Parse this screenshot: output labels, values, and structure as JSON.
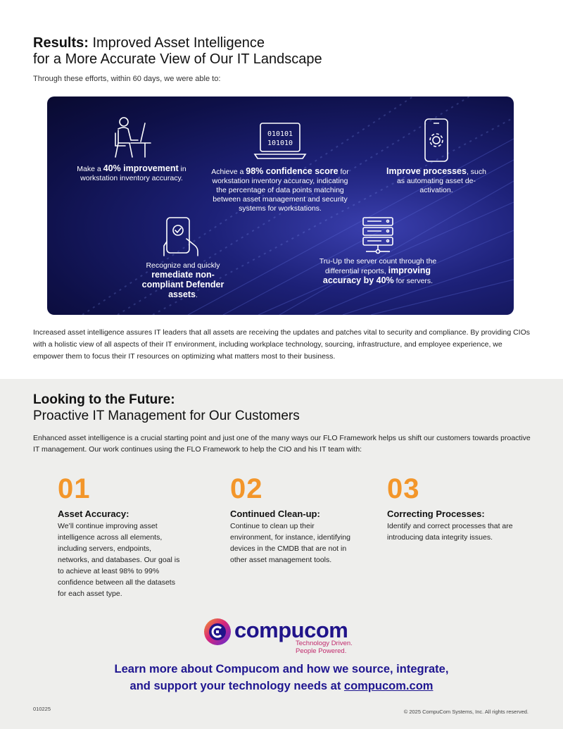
{
  "results": {
    "heading_bold": "Results:",
    "heading_rest": "Improved Asset Intelligence",
    "heading_line2": "for a More Accurate View of Our IT Landscape",
    "intro": "Through these efforts, within 60 days, we were able to:"
  },
  "panel_items": [
    {
      "icon": "desk-worker-icon",
      "pre": "Make a ",
      "bold": "40% improvement",
      "post": " in workstation inventory accuracy."
    },
    {
      "icon": "laptop-binary-icon",
      "pre": "Achieve a ",
      "bold": "98% confidence score",
      "post": " for workstation inventory accuracy, indicating the percentage of data points matching between asset management and security systems for workstations."
    },
    {
      "icon": "phone-gear-icon",
      "pre": "",
      "bold": "Improve processes",
      "post": ", such as automating asset de-activation."
    },
    {
      "icon": "phone-check-hand-icon",
      "pre": "Recognize and quickly ",
      "bold": "remediate non-compliant Defender assets",
      "post": "."
    },
    {
      "icon": "server-rack-icon",
      "pre": "Tru-Up the server count through the differential reports, ",
      "bold": "improving accuracy by 40%",
      "post": " for servers."
    }
  ],
  "summary": "Increased asset intelligence assures IT leaders that all assets are receiving the updates and patches vital to security and compliance. By providing CIOs with a holistic view of all aspects of their IT environment, including workplace technology, sourcing, infrastructure, and employee experience, we empower them to focus their IT resources on optimizing what matters most to their business.",
  "future": {
    "heading_bold": "Looking to the Future:",
    "heading_rest": "Proactive IT Management for Our Customers",
    "intro": "Enhanced asset intelligence is a crucial starting point and just one of the many ways our FLO Framework helps us shift our customers towards proactive IT management. Our work continues using the FLO Framework to help the CIO and his IT team with:"
  },
  "steps": [
    {
      "num": "01",
      "title": "Asset Accuracy:",
      "text": "We’ll continue improving asset intelligence across all elements, including servers, endpoints, networks, and databases. Our goal is to achieve at least 98% to 99% confidence between all the datasets for each asset type."
    },
    {
      "num": "02",
      "title": "Continued Clean-up:",
      "text": "Continue to clean up their environment, for instance, identifying devices in the CMDB that are not in other asset management tools."
    },
    {
      "num": "03",
      "title": "Correcting Processes:",
      "text": "Identify and correct processes that are introducing data integrity issues."
    }
  ],
  "brand": {
    "name": "compucom",
    "tagline1": "Technology Driven.",
    "tagline2": "People Powered.",
    "color": "#20148a",
    "accent": "#f3962a"
  },
  "cta": {
    "line1": "Learn more about Compucom and how we source, integrate,",
    "line2_pre": "and support your technology needs at ",
    "link": "compucom.com"
  },
  "footer": {
    "code": "010225",
    "copyright": "© 2025 CompuCom Systems, Inc. All rights reserved."
  }
}
